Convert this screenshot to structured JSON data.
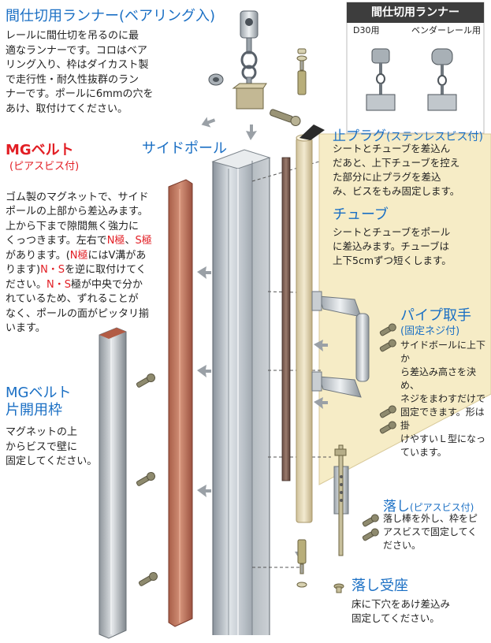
{
  "runner": {
    "title": "間仕切用ランナー(ベアリング入)",
    "body": "レールに間仕切を吊るのに最\n適なランナーです。コロはベア\nリング入り、枠はダイカスト製\nで走行性・耐久性抜群のラン\nナーです。ポールに6mmの穴を\nあけ、取付けてください。"
  },
  "inset": {
    "title": "間仕切用ランナー",
    "left_label": "D30用",
    "right_label": "ベンダーレール用"
  },
  "mg_belt": {
    "title": "MGベルト",
    "subtitle": "(ピアスビス付)",
    "body_parts": [
      {
        "text": "ゴム製のマグネットで、サイド\nポールの上部から差込みます。\n上から下まで隙間無く強力に\nくっつきます。左右で",
        "red": false
      },
      {
        "text": "N極",
        "red": true
      },
      {
        "text": "、",
        "red": false
      },
      {
        "text": "S極",
        "red": true
      },
      {
        "text": "\nがあります。(",
        "red": false
      },
      {
        "text": "N極",
        "red": true
      },
      {
        "text": "にはV溝があ\nります)",
        "red": false
      },
      {
        "text": "N・S",
        "red": true
      },
      {
        "text": "を逆に取付けてく\nださい。",
        "red": false
      },
      {
        "text": "N・S",
        "red": true
      },
      {
        "text": "極が中央で分か\nれているため、ずれることが\nなく、ポールの面がピッタリ揃\nいます。",
        "red": false
      }
    ]
  },
  "side_pole": {
    "title": "サイドポール"
  },
  "mg_frame": {
    "title": "MGベルト\n片開用枠",
    "body": "マグネットの上\nからビスで壁に\n固定してください。"
  },
  "stop_plug": {
    "title": "止プラグ",
    "title_suffix": "(ステンレスビス付)",
    "body": "シートとチューブを差込ん\nだあと、上下チューブを控え\nた部分に止プラグを差込\nみ、ビスをもみ固定します。"
  },
  "tube": {
    "title": "チューブ",
    "body": "シートとチューブをポール\nに差込みます。チューブは\n上下5cmずつ短くします。"
  },
  "pipe_handle": {
    "title": "パイプ取手",
    "subtitle": "(固定ネジ付)",
    "body": "サイドボールに上下か\nら差込み高さを決め、\nネジをまわすだけで\n固定できます。形は掛\nけやすいＬ型になっ\nています。"
  },
  "drop_bolt": {
    "title": "落し",
    "title_suffix": "(ピアスビス付)",
    "body": "落し棒を外し、枠をピ\nアスビスで固定してく\nださい。"
  },
  "drop_receiver": {
    "title": "落し受座",
    "body": "床に下穴をあけ差込み\n固定してください。"
  },
  "colors": {
    "heading_blue": "#1a6fc4",
    "accent_red": "#e21e24",
    "sheet_cream": "#f6ecc6",
    "belt_brown": "#c47a62"
  }
}
